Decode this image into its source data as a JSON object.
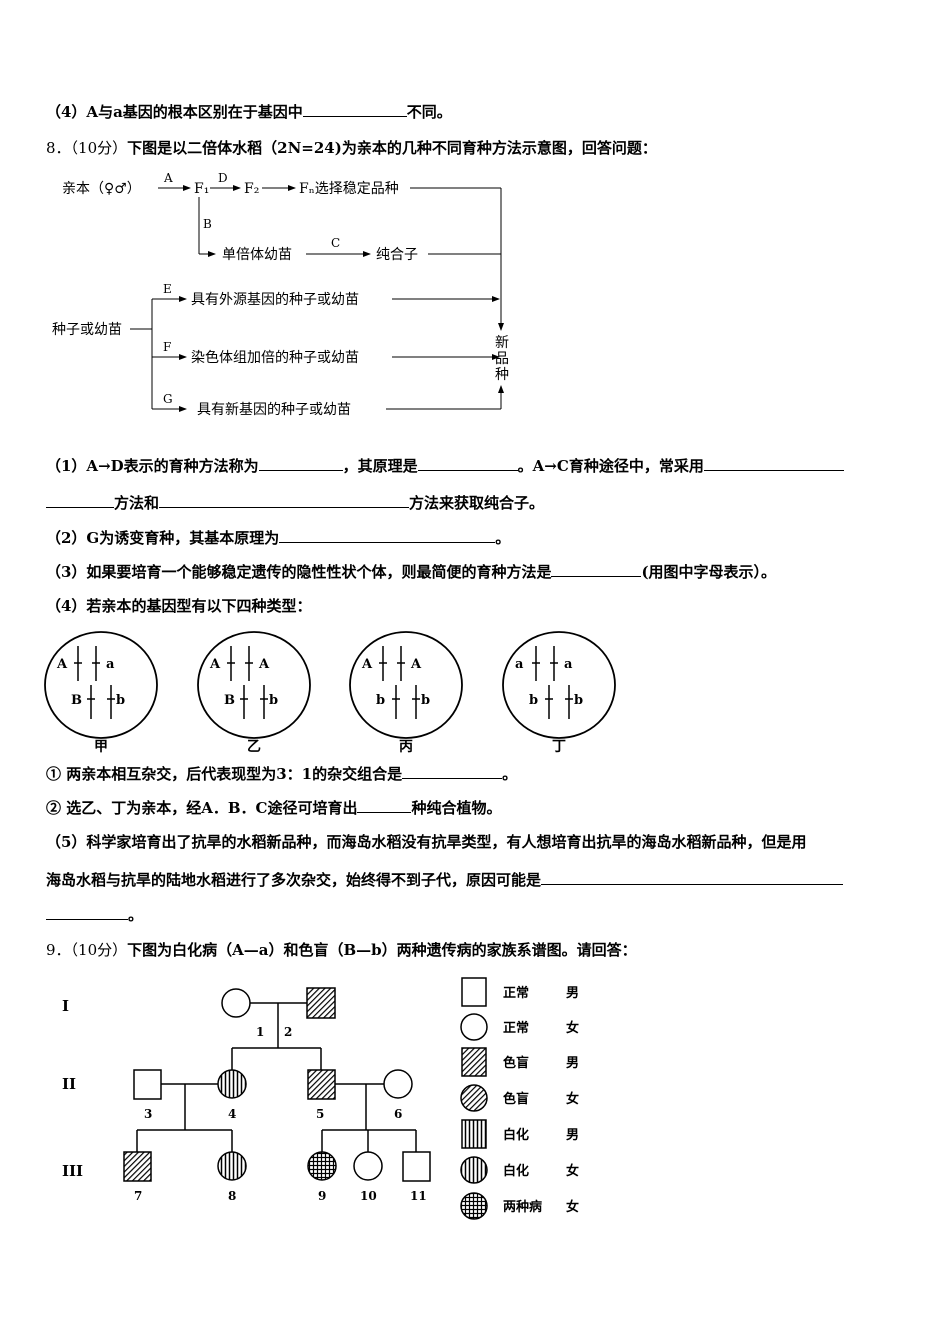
{
  "q7_part4": {
    "prefix": "（4）A与a基因的根本区别在于基因中",
    "suffix": "不同。"
  },
  "q8": {
    "number": "8．",
    "score": "（10分）",
    "stem": "下图是以二倍体水稻（2N=24)为亲本的几种不同育种方法示意图，回答问题：",
    "diagram": {
      "parent": "亲本（♀♂）",
      "A": "A",
      "F1": "F₁",
      "D": "D",
      "F2": "F₂",
      "Fn": "Fₙ选择稳定品种",
      "B": "B",
      "haploid": "单倍体幼苗",
      "C": "C",
      "pure": "纯合子",
      "seed": "种子或幼苗",
      "E": "E",
      "e_text": "具有外源基因的种子或幼苗",
      "F": "F",
      "f_text": "染色体组加倍的种子或幼苗",
      "G": "G",
      "g_text": "具有新基因的种子或幼苗",
      "new_variety": [
        "新",
        "品",
        "种"
      ]
    },
    "p1_line1_a": "（1）A→D表示的育种方法称为",
    "p1_line1_b": "，其原理是",
    "p1_line1_c": "。A→C育种途径中，常采用",
    "p1_line2_a": "方法和",
    "p1_line2_b": "方法来获取纯合子。",
    "p2_a": "（2）G为诱变育种，其基本原理为",
    "p2_b": "。",
    "p3_a": "（3）如果要培育一个能够稳定遗传的隐性性状个体，则最简便的育种方法是",
    "p3_b": "(用图中字母表示）。",
    "p4": "（4）若亲本的基因型有以下四种类型：",
    "cells": [
      {
        "name": "甲",
        "top": [
          "A",
          "a"
        ],
        "bottom": [
          "B",
          "b"
        ]
      },
      {
        "name": "乙",
        "top": [
          "A",
          "A"
        ],
        "bottom": [
          "B",
          "b"
        ]
      },
      {
        "name": "丙",
        "top": [
          "A",
          "A"
        ],
        "bottom": [
          "b",
          "b"
        ]
      },
      {
        "name": "丁",
        "top": [
          "a",
          "a"
        ],
        "bottom": [
          "b",
          "b"
        ]
      }
    ],
    "p4_1_a": "① 两亲本相互杂交，后代表现型为3：1的杂交组合是",
    "p4_1_b": "。",
    "p4_2_a": "② 选乙、丁为亲本，经A．B．C途径可培育出",
    "p4_2_b": "种纯合植物。",
    "p5_line1": "（5）科学家培育出了抗旱的水稻新品种，而海岛水稻没有抗旱类型，有人想培育出抗旱的海岛水稻新品种，但是用",
    "p5_line2": "海岛水稻与抗旱的陆地水稻进行了多次杂交，始终得不到子代，原因可能是",
    "p5_line3_end": "。"
  },
  "q9": {
    "number": "9．",
    "score": "（10分）",
    "stem": "下图为白化病（A—a）和色盲（B—b）两种遗传病的家族系谱图。请回答：",
    "generations": [
      "I",
      "II",
      "III"
    ],
    "individuals": [
      "1",
      "2",
      "3",
      "4",
      "5",
      "6",
      "7",
      "8",
      "9",
      "10",
      "11"
    ],
    "legend": [
      {
        "label": "正常",
        "sex": "男"
      },
      {
        "label": "正常",
        "sex": "女"
      },
      {
        "label": "色盲",
        "sex": "男"
      },
      {
        "label": "色盲",
        "sex": "女"
      },
      {
        "label": "白化",
        "sex": "男"
      },
      {
        "label": "白化",
        "sex": "女"
      },
      {
        "label": "两种病",
        "sex": "女"
      }
    ]
  }
}
